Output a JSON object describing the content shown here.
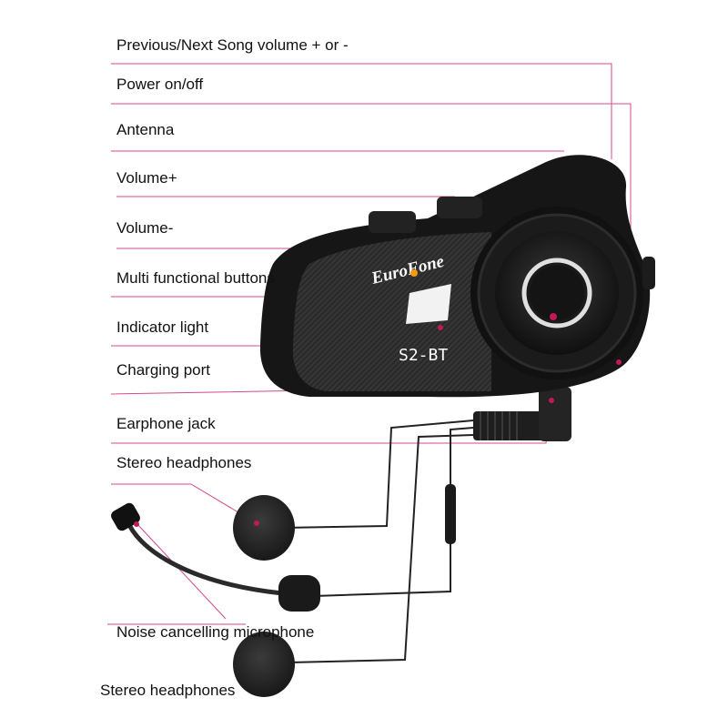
{
  "labels": {
    "prev_next": "Previous/Next Song volume + or -",
    "power": "Power on/off",
    "antenna": "Antenna",
    "volume_up": "Volume+",
    "volume_down": "Volume-",
    "multi_buttons": "Multi functional buttons",
    "indicator": "Indicator light",
    "charging": "Charging port",
    "earphone_jack": "Earphone jack",
    "stereo_top": "Stereo headphones",
    "microphone": "Noise cancelling microphone",
    "stereo_bottom": "Stereo headphones"
  },
  "device": {
    "brand": "EuroFone",
    "model": "S2-BT"
  },
  "colors": {
    "leader": "#d4488f",
    "body": "#1c1c1c",
    "accent": "#c2185b"
  }
}
